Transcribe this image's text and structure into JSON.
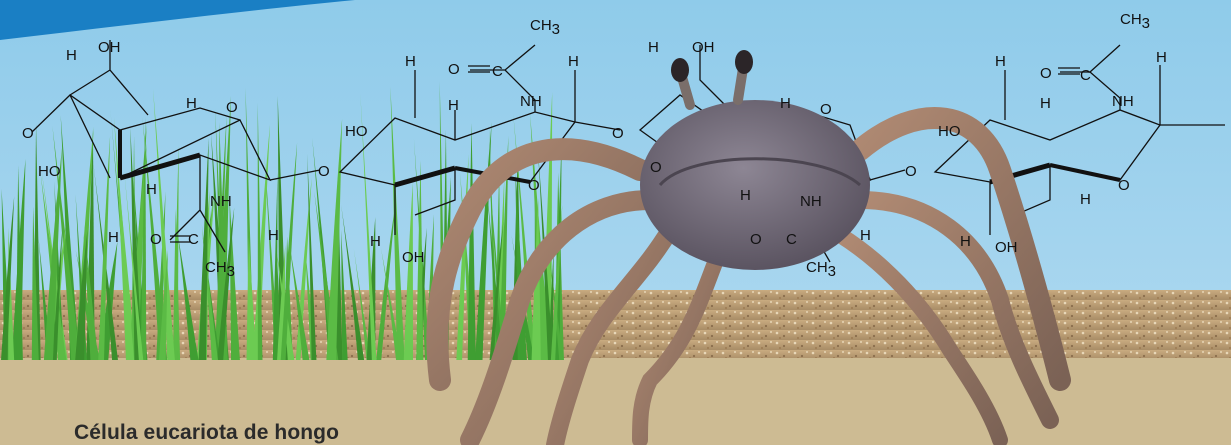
{
  "caption": "Célula eucariota de hongo",
  "molecule_labels": {
    "oh": "OH",
    "ho": "HO",
    "h": "H",
    "o": "O",
    "nh": "NH",
    "c": "C",
    "ch3": "CH",
    "sub3": "3"
  },
  "colors": {
    "sky": "#8cc8e8",
    "sky_deep": "#79bde3",
    "banner": "#1a7fc4",
    "ground": "#cdbb93",
    "sand": "#b9a07a",
    "grass": "#4fae3c",
    "crab_body": "#6f6875",
    "crab_legs": "#9a7a6c"
  }
}
